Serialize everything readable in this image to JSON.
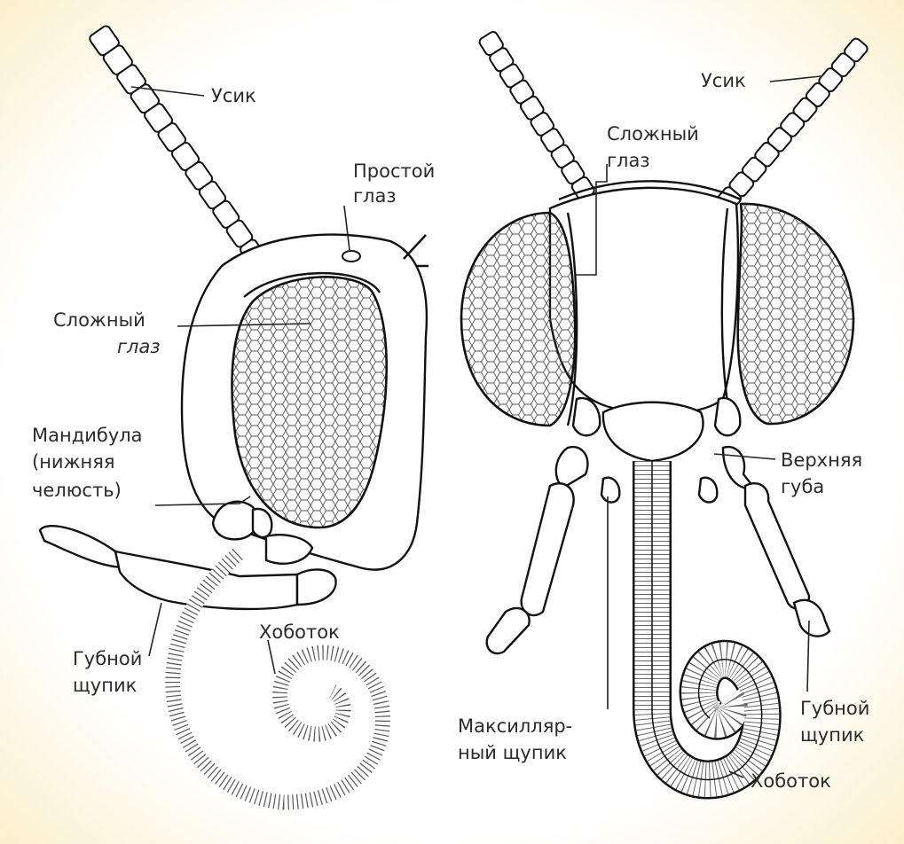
{
  "left_head": {
    "antenna_label": "Усик",
    "simple_eye_label_1": "Простой",
    "simple_eye_label_2": "глаз",
    "compound_eye_label_1": "Сложный",
    "compound_eye_label_2": "глаз",
    "mandible_label_1": "Мандибула",
    "mandible_label_2": "(нижняя",
    "mandible_label_3": "челюсть)",
    "proboscis_label": "Хоботок",
    "labial_palp_label_1": "Губной",
    "labial_palp_label_2": "щупик"
  },
  "right_head": {
    "antenna_label": "Усик",
    "compound_eye_label_1": "Сложный",
    "compound_eye_label_2": "глаз",
    "upper_lip_label_1": "Верхняя",
    "upper_lip_label_2": "губа",
    "maxillary_palp_label_1": "Максилляр-",
    "maxillary_palp_label_2": "ный щупик",
    "labial_palp_label_1": "Губной",
    "labial_palp_label_2": "щупик",
    "proboscis_label": "Хоботок"
  },
  "colors": {
    "background": "#ffffff",
    "frame": "#fbf0cc",
    "ink": "#222222"
  }
}
